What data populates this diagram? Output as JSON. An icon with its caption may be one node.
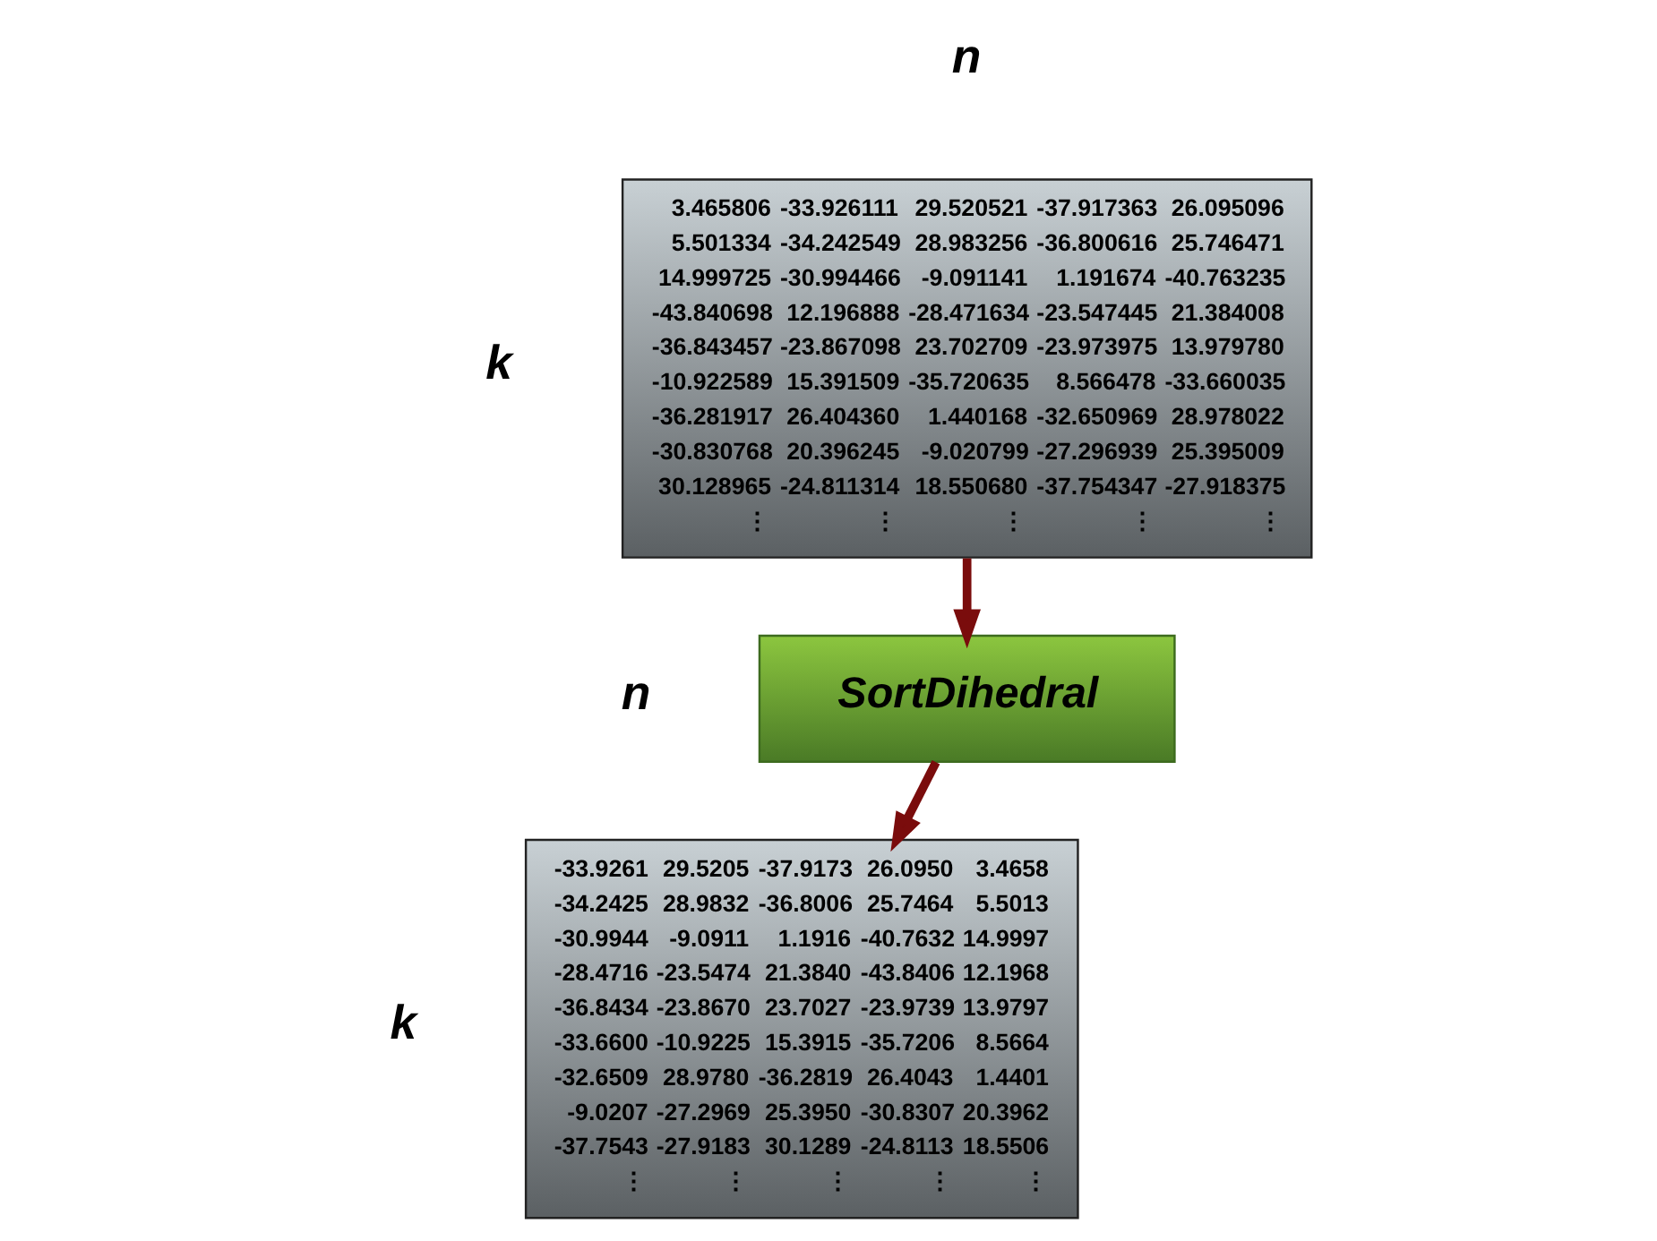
{
  "diagram": {
    "nodes": [
      {
        "text": [
          "3.465806",
          "-33.926111",
          "29.520521",
          "-37.917363",
          "26.095096",
          "5.501334",
          "-34.242549",
          "28.983256",
          "-36.800616",
          "25.746471",
          "14.999725",
          "-30.994466",
          "-9.091141",
          "1.191674",
          "-40.763235",
          "-43.840698",
          "12.196888",
          "-28.471634",
          "-23.547445",
          "21.384008",
          "-36.843457",
          "-23.867098",
          "23.702709",
          "-23.973975",
          "13.979780",
          "-10.922589",
          "15.391509",
          "-35.720635",
          "8.566478",
          "-33.660035",
          "-36.281917",
          "26.404360",
          "1.440168",
          "-32.650969",
          "28.978022",
          "-30.830768",
          "20.396245",
          "-9.020799",
          "-27.296939",
          "25.395009",
          "30.128965",
          "-24.811314",
          "18.550680",
          "-37.754347",
          "-27.918375",
          "⋮",
          "⋮",
          "⋮",
          "⋮",
          "⋮"
        ]
      },
      {
        "text": [
          "SortDihedral"
        ]
      },
      {
        "text": [
          "-33.9261",
          "29.5205",
          "-37.9173",
          "26.0950",
          "3.4658",
          "-34.2425",
          "28.9832",
          "-36.8006",
          "25.7464",
          "5.5013",
          "-30.9944",
          "-9.0911",
          "1.1916",
          "-40.7632",
          "14.9997",
          "-28.4716",
          "-23.5474",
          "21.3840",
          "-43.8406",
          "12.1968",
          "-36.8434",
          "-23.8670",
          "23.7027",
          "-23.9739",
          "13.9797",
          "-33.6600",
          "-10.9225",
          "15.3915",
          "-35.7206",
          "8.5664",
          "-32.6509",
          "28.9780",
          "-36.2819",
          "26.4043",
          "1.4401",
          "-9.0207",
          "-27.2969",
          "25.3950",
          "-30.8307",
          "20.3962",
          "-37.7543",
          "-27.9183",
          "30.1289",
          "-24.8113",
          "18.5506",
          "⋮",
          "⋮",
          "⋮",
          "⋮",
          "⋮"
        ]
      }
    ],
    "edges": [
      {
        "from": 0,
        "to": 1,
        "arrow": "to"
      },
      {
        "from": 1,
        "to": 2,
        "arrow": "to"
      }
    ],
    "labels": [
      "n",
      "k",
      "n",
      "k"
    ]
  }
}
